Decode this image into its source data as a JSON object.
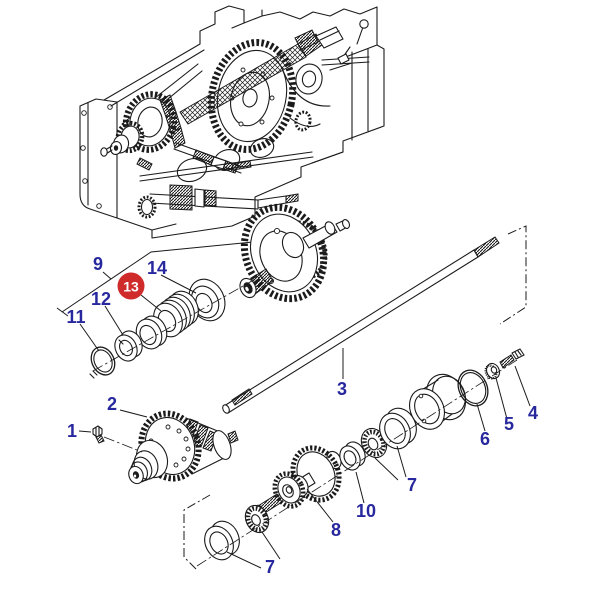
{
  "diagram": {
    "colors": {
      "background": "#ffffff",
      "line": "#1b1b1b",
      "callout_text": "#28289e",
      "highlight_fill": "#cf2b2b",
      "highlight_text": "#ffffff"
    },
    "callouts": {
      "c1": {
        "text": "1"
      },
      "c2": {
        "text": "2"
      },
      "c3": {
        "text": "3"
      },
      "c4": {
        "text": "4"
      },
      "c5": {
        "text": "5"
      },
      "c6": {
        "text": "6"
      },
      "c7a": {
        "text": "7"
      },
      "c7b": {
        "text": "7"
      },
      "c8": {
        "text": "8"
      },
      "c9": {
        "text": "9"
      },
      "c10": {
        "text": "10"
      },
      "c11": {
        "text": "11"
      },
      "c12": {
        "text": "12"
      },
      "c13": {
        "text": "13",
        "highlighted": true
      },
      "c14": {
        "text": "14"
      }
    }
  }
}
